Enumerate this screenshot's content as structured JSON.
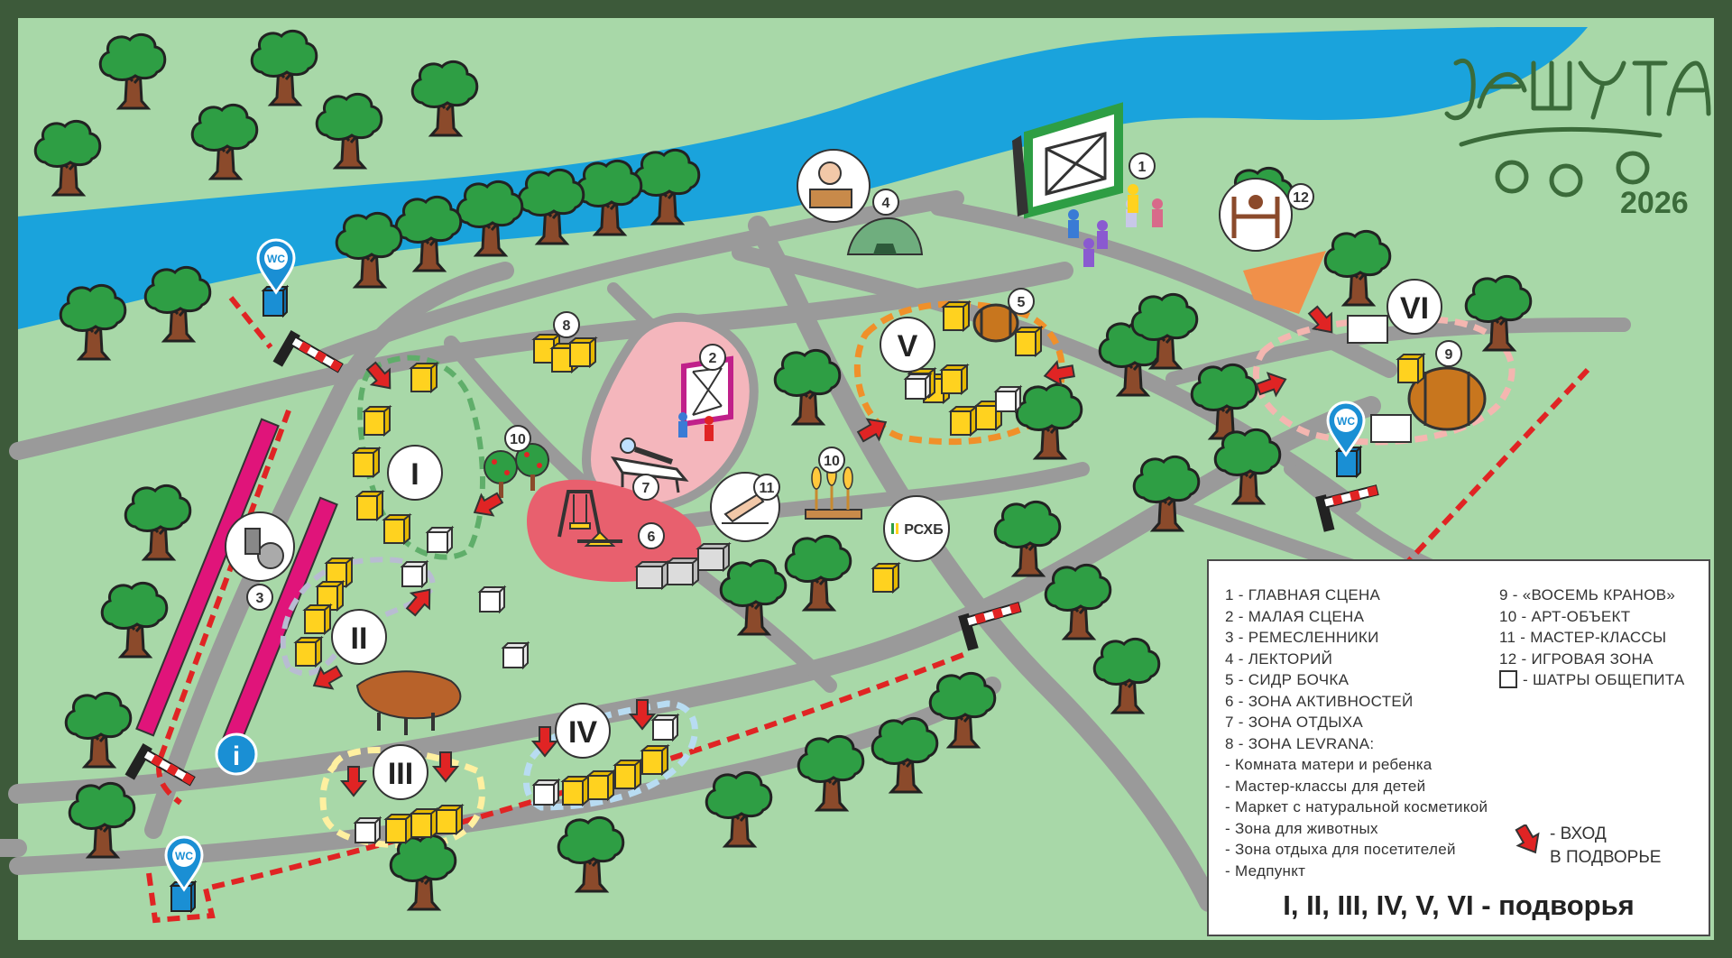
{
  "logo": {
    "year": "2026"
  },
  "map": {
    "numbered_markers": [
      {
        "id": "marker-1",
        "number": "1",
        "icon": "main-stage-icon"
      },
      {
        "id": "marker-2",
        "number": "2",
        "icon": "small-stage-icon"
      },
      {
        "id": "marker-3",
        "number": "3",
        "icon": "crafts-icon"
      },
      {
        "id": "marker-4",
        "number": "4",
        "icon": "lecturer-icon"
      },
      {
        "id": "marker-5",
        "number": "5",
        "icon": "cider-barrel-icon"
      },
      {
        "id": "marker-6",
        "number": "6",
        "icon": "swings-icon"
      },
      {
        "id": "marker-7",
        "number": "7",
        "icon": "lounger-icon"
      },
      {
        "id": "marker-8",
        "number": "8",
        "icon": "tents-icon"
      },
      {
        "id": "marker-10a",
        "number": "10",
        "icon": "apple-tree-icon"
      },
      {
        "id": "marker-10b",
        "number": "10",
        "icon": "wheat-icon"
      },
      {
        "id": "marker-11",
        "number": "11",
        "icon": "hand-drawing-icon"
      },
      {
        "id": "marker-12",
        "number": "12",
        "icon": "game-zone-icon"
      },
      {
        "id": "marker-9",
        "number": "9",
        "icon": "barrel-food-icon"
      }
    ],
    "courtyards": [
      "I",
      "II",
      "III",
      "IV",
      "V",
      "VI"
    ],
    "wc_label": "WC",
    "info_label": "i",
    "sponsor_label": "РСХБ"
  },
  "legend": {
    "left": [
      "1 - ГЛАВНАЯ СЦЕНА",
      "2 - МАЛАЯ СЦЕНА",
      "3 - РЕМЕСЛЕННИКИ",
      "4 - ЛЕКТОРИЙ",
      "5 - СИДР БОЧКА",
      "6 - ЗОНА АКТИВНОСТЕЙ",
      "7 - ЗОНА ОТДЫХА",
      "8 - ЗОНА LEVRANA:",
      "- Комната матери и ребенка",
      "- Мастер-классы для детей",
      "- Маркет с натуральной косметикой",
      "- Зона для животных",
      "- Зона отдыха для посетителей",
      "- Медпункт"
    ],
    "right": [
      "9 - «ВОСЕМЬ КРАНОВ»",
      "10 - АРТ-ОБЪЕКТ",
      "11 - МАСТЕР-КЛАССЫ",
      "12 - ИГРОВАЯ ЗОНА"
    ],
    "tents_label": "- ШАТРЫ ОБЩЕПИТА",
    "entrance_line1": "- ВХОД",
    "entrance_line2": "В ПОДВОРЬЕ",
    "footer": "I, II, III, IV, V, VI - подворья"
  },
  "colors": {
    "grass": "#a8d8a8",
    "river": "#1aa3dc",
    "road": "#999999",
    "frame": "#3d5a3a",
    "pink_zone": "#f4b6bc",
    "red_zone": "#e8606e",
    "magenta": "#e0147a",
    "tent_yellow": "#ffd21f",
    "entrance_red": "#e02424",
    "fence_red": "#e02424"
  }
}
